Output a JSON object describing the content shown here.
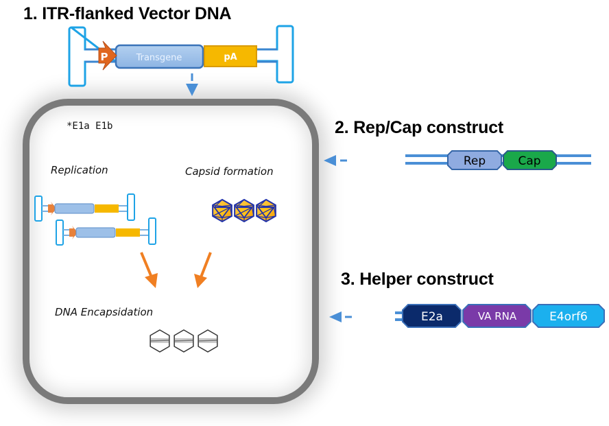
{
  "titles": {
    "vector": "1. ITR-flanked Vector DNA",
    "repcap": "2. Rep/Cap construct",
    "helper": "3. Helper construct"
  },
  "vector": {
    "promoter": "P",
    "transgene": "Transgene",
    "polyA": "pA"
  },
  "cell": {
    "adeno_genes": "*E1a  E1b",
    "replication": "Replication",
    "capsid_formation": "Capsid formation",
    "dna_encapsidation": "DNA Encapsidation"
  },
  "repcap": {
    "rep": "Rep",
    "cap": "Cap"
  },
  "helper": {
    "e2a": "E2a",
    "va_rna": "VA RNA",
    "e4orf6": "E4orf6"
  },
  "colors": {
    "itr": "#1ea3e6",
    "dna_line": "#4a8fd6",
    "transgene": "#9dc0e8",
    "polyA": "#f5b800",
    "promoter": "#e0661e",
    "rep": "#8fabe0",
    "cap": "#1aa84a",
    "e2a": "#0b2a6b",
    "va_rna": "#7a3aa8",
    "e4orf6": "#1bb0ee",
    "flow_arrow": "#f07f22",
    "input_arrow": "#4a8fd6",
    "cell_border": "#7a7a7a"
  }
}
